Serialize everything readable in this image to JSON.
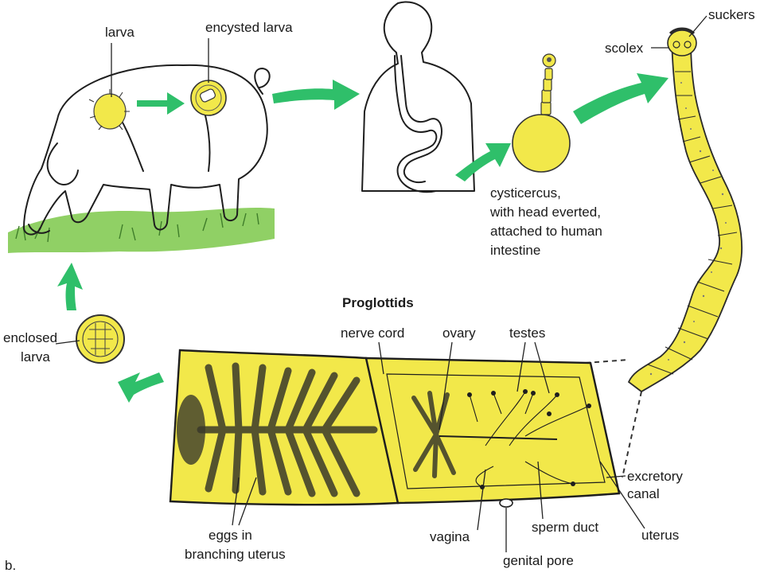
{
  "labels": {
    "larva": "larva",
    "encysted_larva": "encysted larva",
    "suckers": "suckers",
    "scolex": "scolex",
    "cysticercus_1": "cysticercus,",
    "cysticercus_2": "with head everted,",
    "cysticercus_3": "attached to human",
    "cysticercus_4": "intestine",
    "proglottids_title": "Proglottids",
    "nerve_cord": "nerve cord",
    "ovary": "ovary",
    "testes": "testes",
    "enclosed_larva_1": "enclosed",
    "enclosed_larva_2": "larva",
    "excretory_canal_1": "excretory",
    "excretory_canal_2": "canal",
    "eggs_1": "eggs in",
    "eggs_2": "branching uterus",
    "vagina": "vagina",
    "sperm_duct": "sperm duct",
    "uterus": "uterus",
    "genital_pore": "genital pore",
    "panel_letter": "b."
  },
  "colors": {
    "arrow_green": "#2fbf6a",
    "tissue_yellow": "#f2e84a",
    "grass_green": "#7cc84a",
    "ink": "#1e1e1e"
  }
}
